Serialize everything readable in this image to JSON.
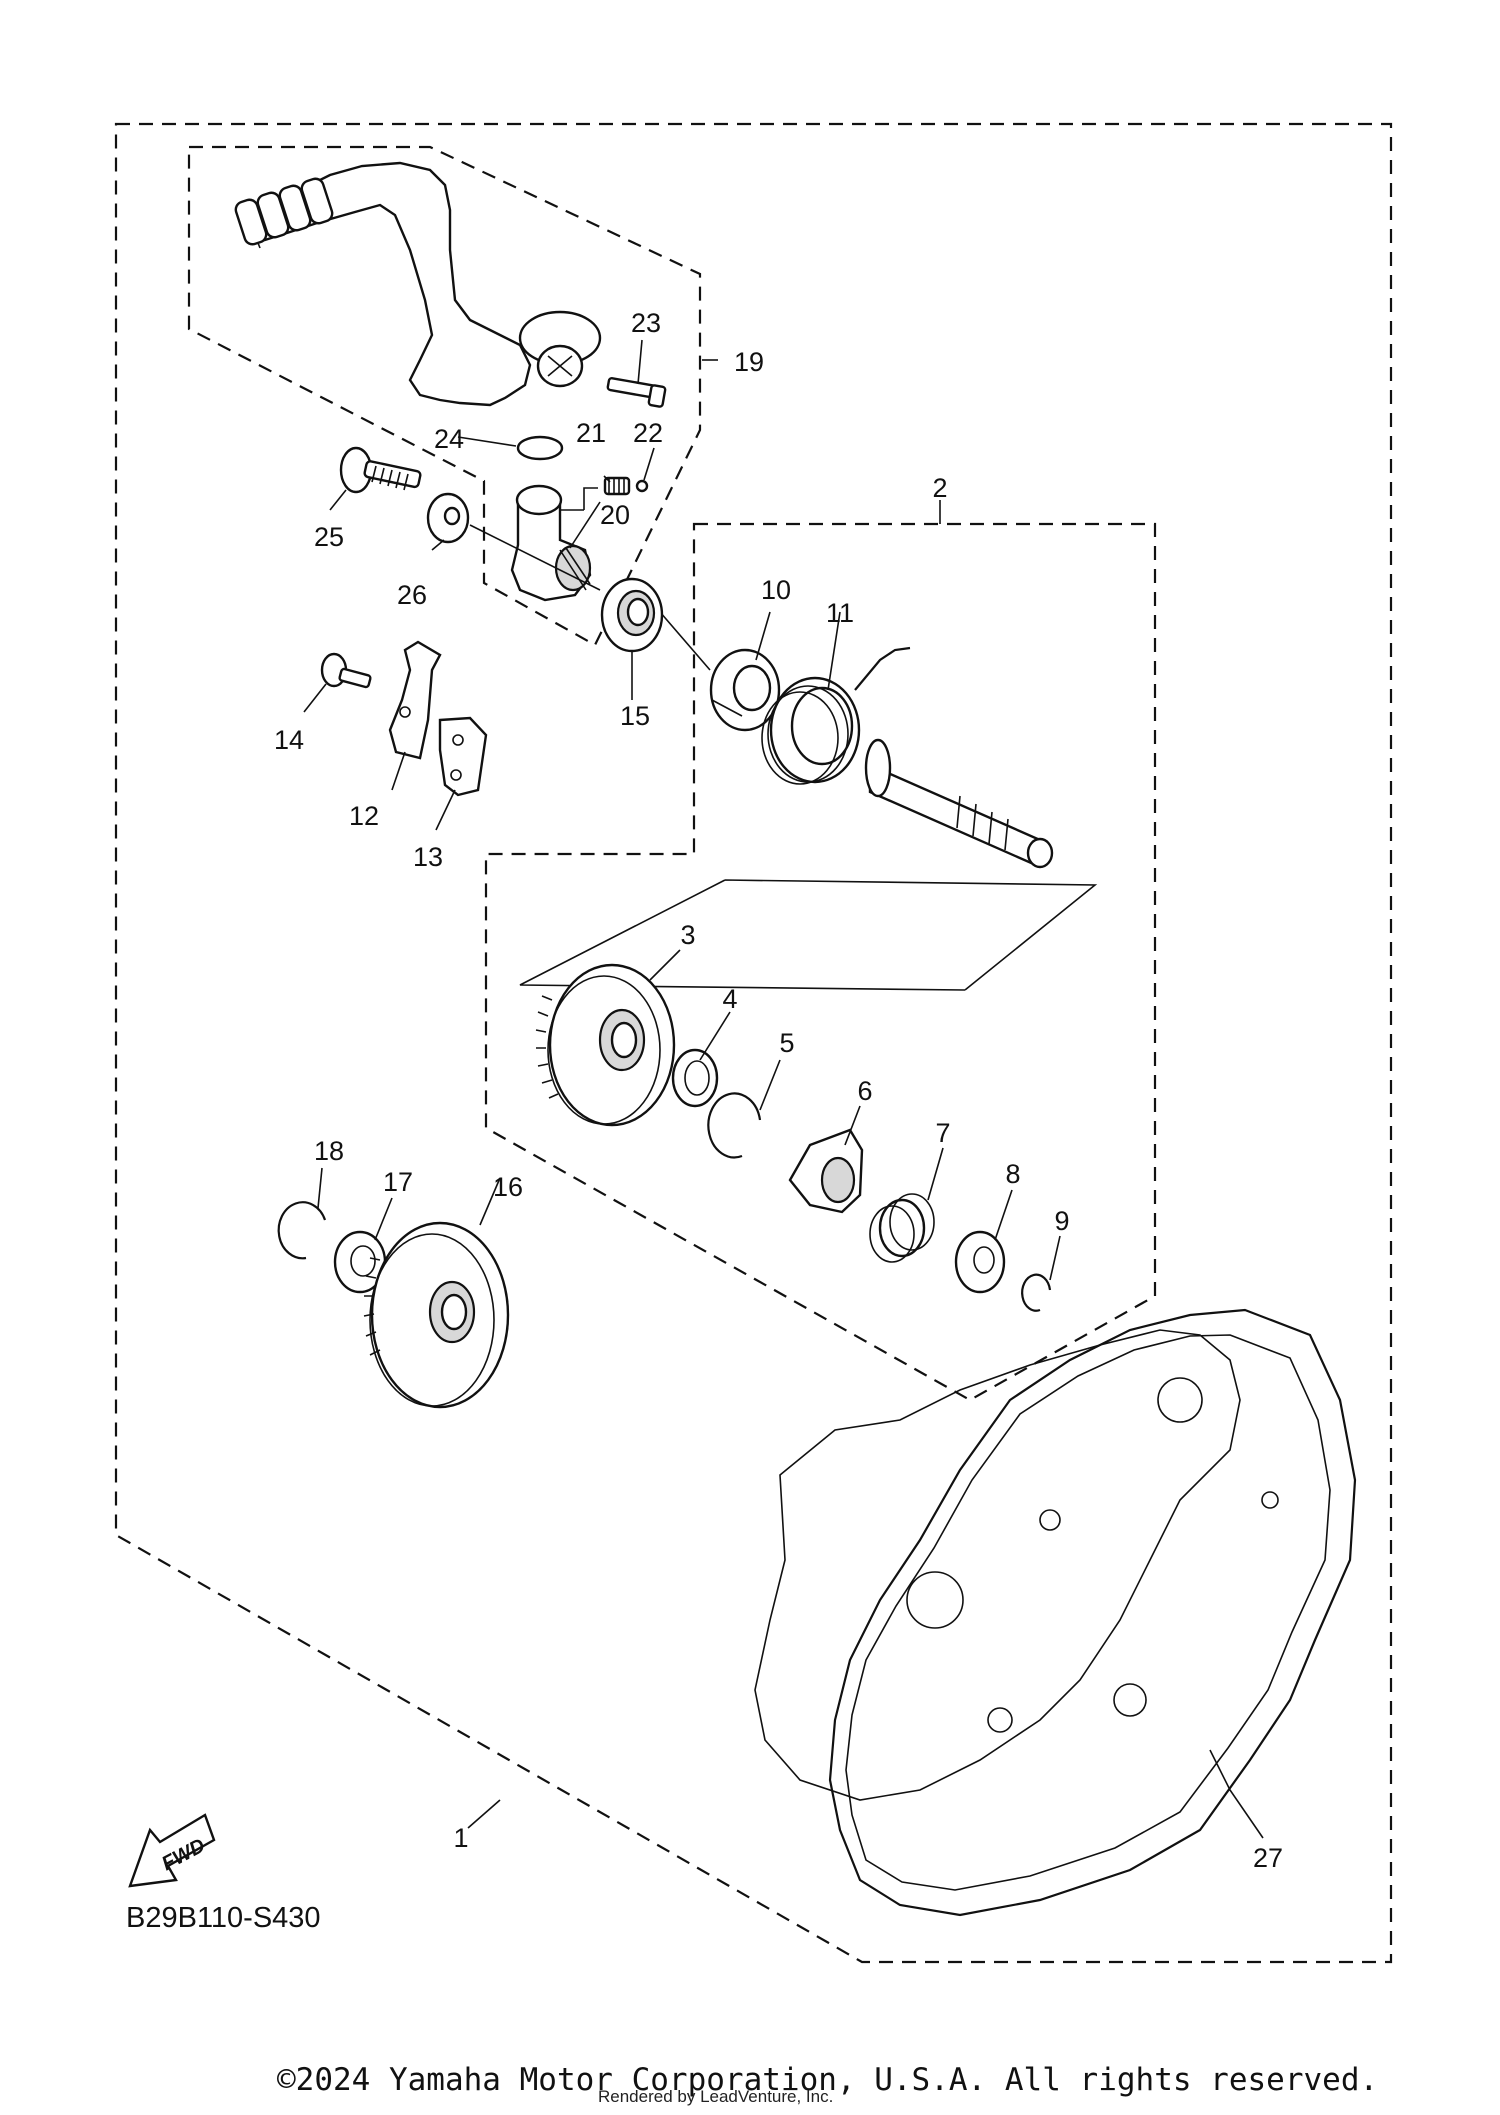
{
  "callouts": [
    {
      "id": "1",
      "label": "1"
    },
    {
      "id": "2",
      "label": "2"
    },
    {
      "id": "3",
      "label": "3"
    },
    {
      "id": "4",
      "label": "4"
    },
    {
      "id": "5",
      "label": "5"
    },
    {
      "id": "6",
      "label": "6"
    },
    {
      "id": "7",
      "label": "7"
    },
    {
      "id": "8",
      "label": "8"
    },
    {
      "id": "9",
      "label": "9"
    },
    {
      "id": "10",
      "label": "10"
    },
    {
      "id": "11",
      "label": "11"
    },
    {
      "id": "12",
      "label": "12"
    },
    {
      "id": "13",
      "label": "13"
    },
    {
      "id": "14",
      "label": "14"
    },
    {
      "id": "15",
      "label": "15"
    },
    {
      "id": "16",
      "label": "16"
    },
    {
      "id": "17",
      "label": "17"
    },
    {
      "id": "18",
      "label": "18"
    },
    {
      "id": "19",
      "label": "19"
    },
    {
      "id": "20",
      "label": "20"
    },
    {
      "id": "21",
      "label": "21"
    },
    {
      "id": "22",
      "label": "22"
    },
    {
      "id": "23",
      "label": "23"
    },
    {
      "id": "24",
      "label": "24"
    },
    {
      "id": "25",
      "label": "25"
    },
    {
      "id": "26",
      "label": "26"
    },
    {
      "id": "27",
      "label": "27"
    }
  ],
  "diagram_code": "B29B110-S430",
  "fwd_label": "FWD",
  "copyright": "©2024 Yamaha Motor Corporation, U.S.A. All rights reserved.",
  "rendered_by": "Rendered by LeadVenture, Inc.",
  "icons": {
    "forward_arrow": "fwd-arrow-icon"
  },
  "colors": {
    "line": "#111111",
    "background": "#ffffff"
  }
}
